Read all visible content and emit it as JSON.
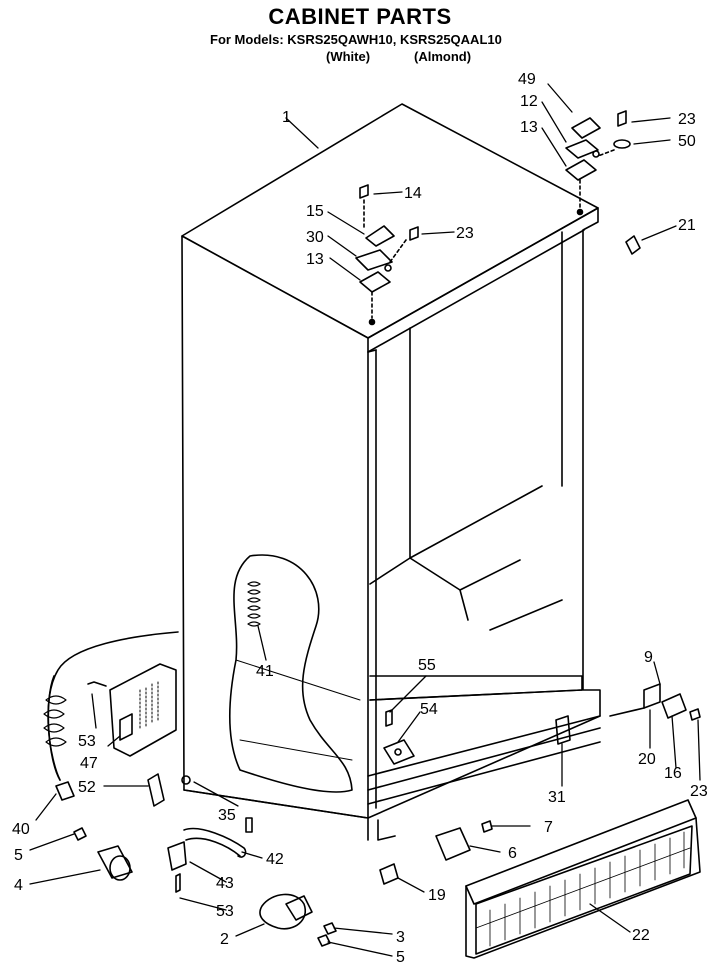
{
  "title": "CABINET PARTS",
  "models_line": "For Models: KSRS25QAWH10, KSRS25QAAL10",
  "variants": [
    "(White)",
    "(Almond)"
  ],
  "callouts": [
    {
      "id": "c49",
      "text": "49"
    },
    {
      "id": "c12",
      "text": "12"
    },
    {
      "id": "c23a",
      "text": "23"
    },
    {
      "id": "c13a",
      "text": "13"
    },
    {
      "id": "c50",
      "text": "50"
    },
    {
      "id": "c1",
      "text": "1"
    },
    {
      "id": "c14",
      "text": "14"
    },
    {
      "id": "c15",
      "text": "15"
    },
    {
      "id": "c30",
      "text": "30"
    },
    {
      "id": "c23b",
      "text": "23"
    },
    {
      "id": "c13b",
      "text": "13"
    },
    {
      "id": "c21",
      "text": "21"
    },
    {
      "id": "c41",
      "text": "41"
    },
    {
      "id": "c55",
      "text": "55"
    },
    {
      "id": "c54",
      "text": "54"
    },
    {
      "id": "c9",
      "text": "9"
    },
    {
      "id": "c53a",
      "text": "53"
    },
    {
      "id": "c47",
      "text": "47"
    },
    {
      "id": "c20",
      "text": "20"
    },
    {
      "id": "c16",
      "text": "16"
    },
    {
      "id": "c52",
      "text": "52"
    },
    {
      "id": "c31",
      "text": "31"
    },
    {
      "id": "c23c",
      "text": "23"
    },
    {
      "id": "c40",
      "text": "40"
    },
    {
      "id": "c35",
      "text": "35"
    },
    {
      "id": "c7",
      "text": "7"
    },
    {
      "id": "c5a",
      "text": "5"
    },
    {
      "id": "c42",
      "text": "42"
    },
    {
      "id": "c6",
      "text": "6"
    },
    {
      "id": "c4",
      "text": "4"
    },
    {
      "id": "c43",
      "text": "43"
    },
    {
      "id": "c19",
      "text": "19"
    },
    {
      "id": "c53b",
      "text": "53"
    },
    {
      "id": "c22",
      "text": "22"
    },
    {
      "id": "c3",
      "text": "3"
    },
    {
      "id": "c2",
      "text": "2"
    },
    {
      "id": "c5b",
      "text": "5"
    }
  ]
}
